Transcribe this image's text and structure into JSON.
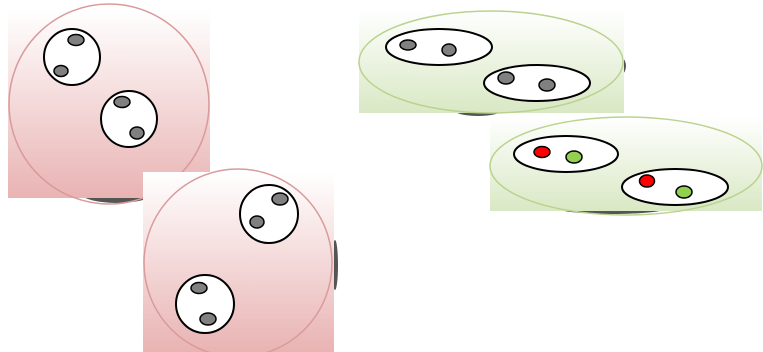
{
  "colors": {
    "red_gradient_top": "#ffffff",
    "red_gradient_bottom": "#e9b3b3",
    "red_outline": "#d99a9a",
    "green_gradient_top": "#ffffff",
    "green_gradient_bottom": "#d9e8c4",
    "green_outline": "#b9d38f",
    "shadow": "#555555",
    "inner_fill": "#ffffff",
    "inner_stroke": "#000000",
    "dot_gray": "#808080",
    "dot_red": "#ff0000",
    "dot_green": "#92d050"
  },
  "diagram": {
    "groups": [
      {
        "name": "round-cluster-top-left",
        "theme": "red",
        "inner_count": 2,
        "dots": [
          "gray",
          "gray",
          "gray",
          "gray"
        ]
      },
      {
        "name": "round-cluster-bottom",
        "theme": "red",
        "inner_count": 2,
        "dots": [
          "gray",
          "gray",
          "gray",
          "gray"
        ]
      },
      {
        "name": "flat-cluster-top-right",
        "theme": "green",
        "inner_count": 2,
        "dots": [
          "gray",
          "gray",
          "gray",
          "gray"
        ]
      },
      {
        "name": "flat-cluster-bottom-right",
        "theme": "green",
        "inner_count": 2,
        "dots": [
          "red",
          "green",
          "red",
          "green"
        ]
      }
    ]
  }
}
